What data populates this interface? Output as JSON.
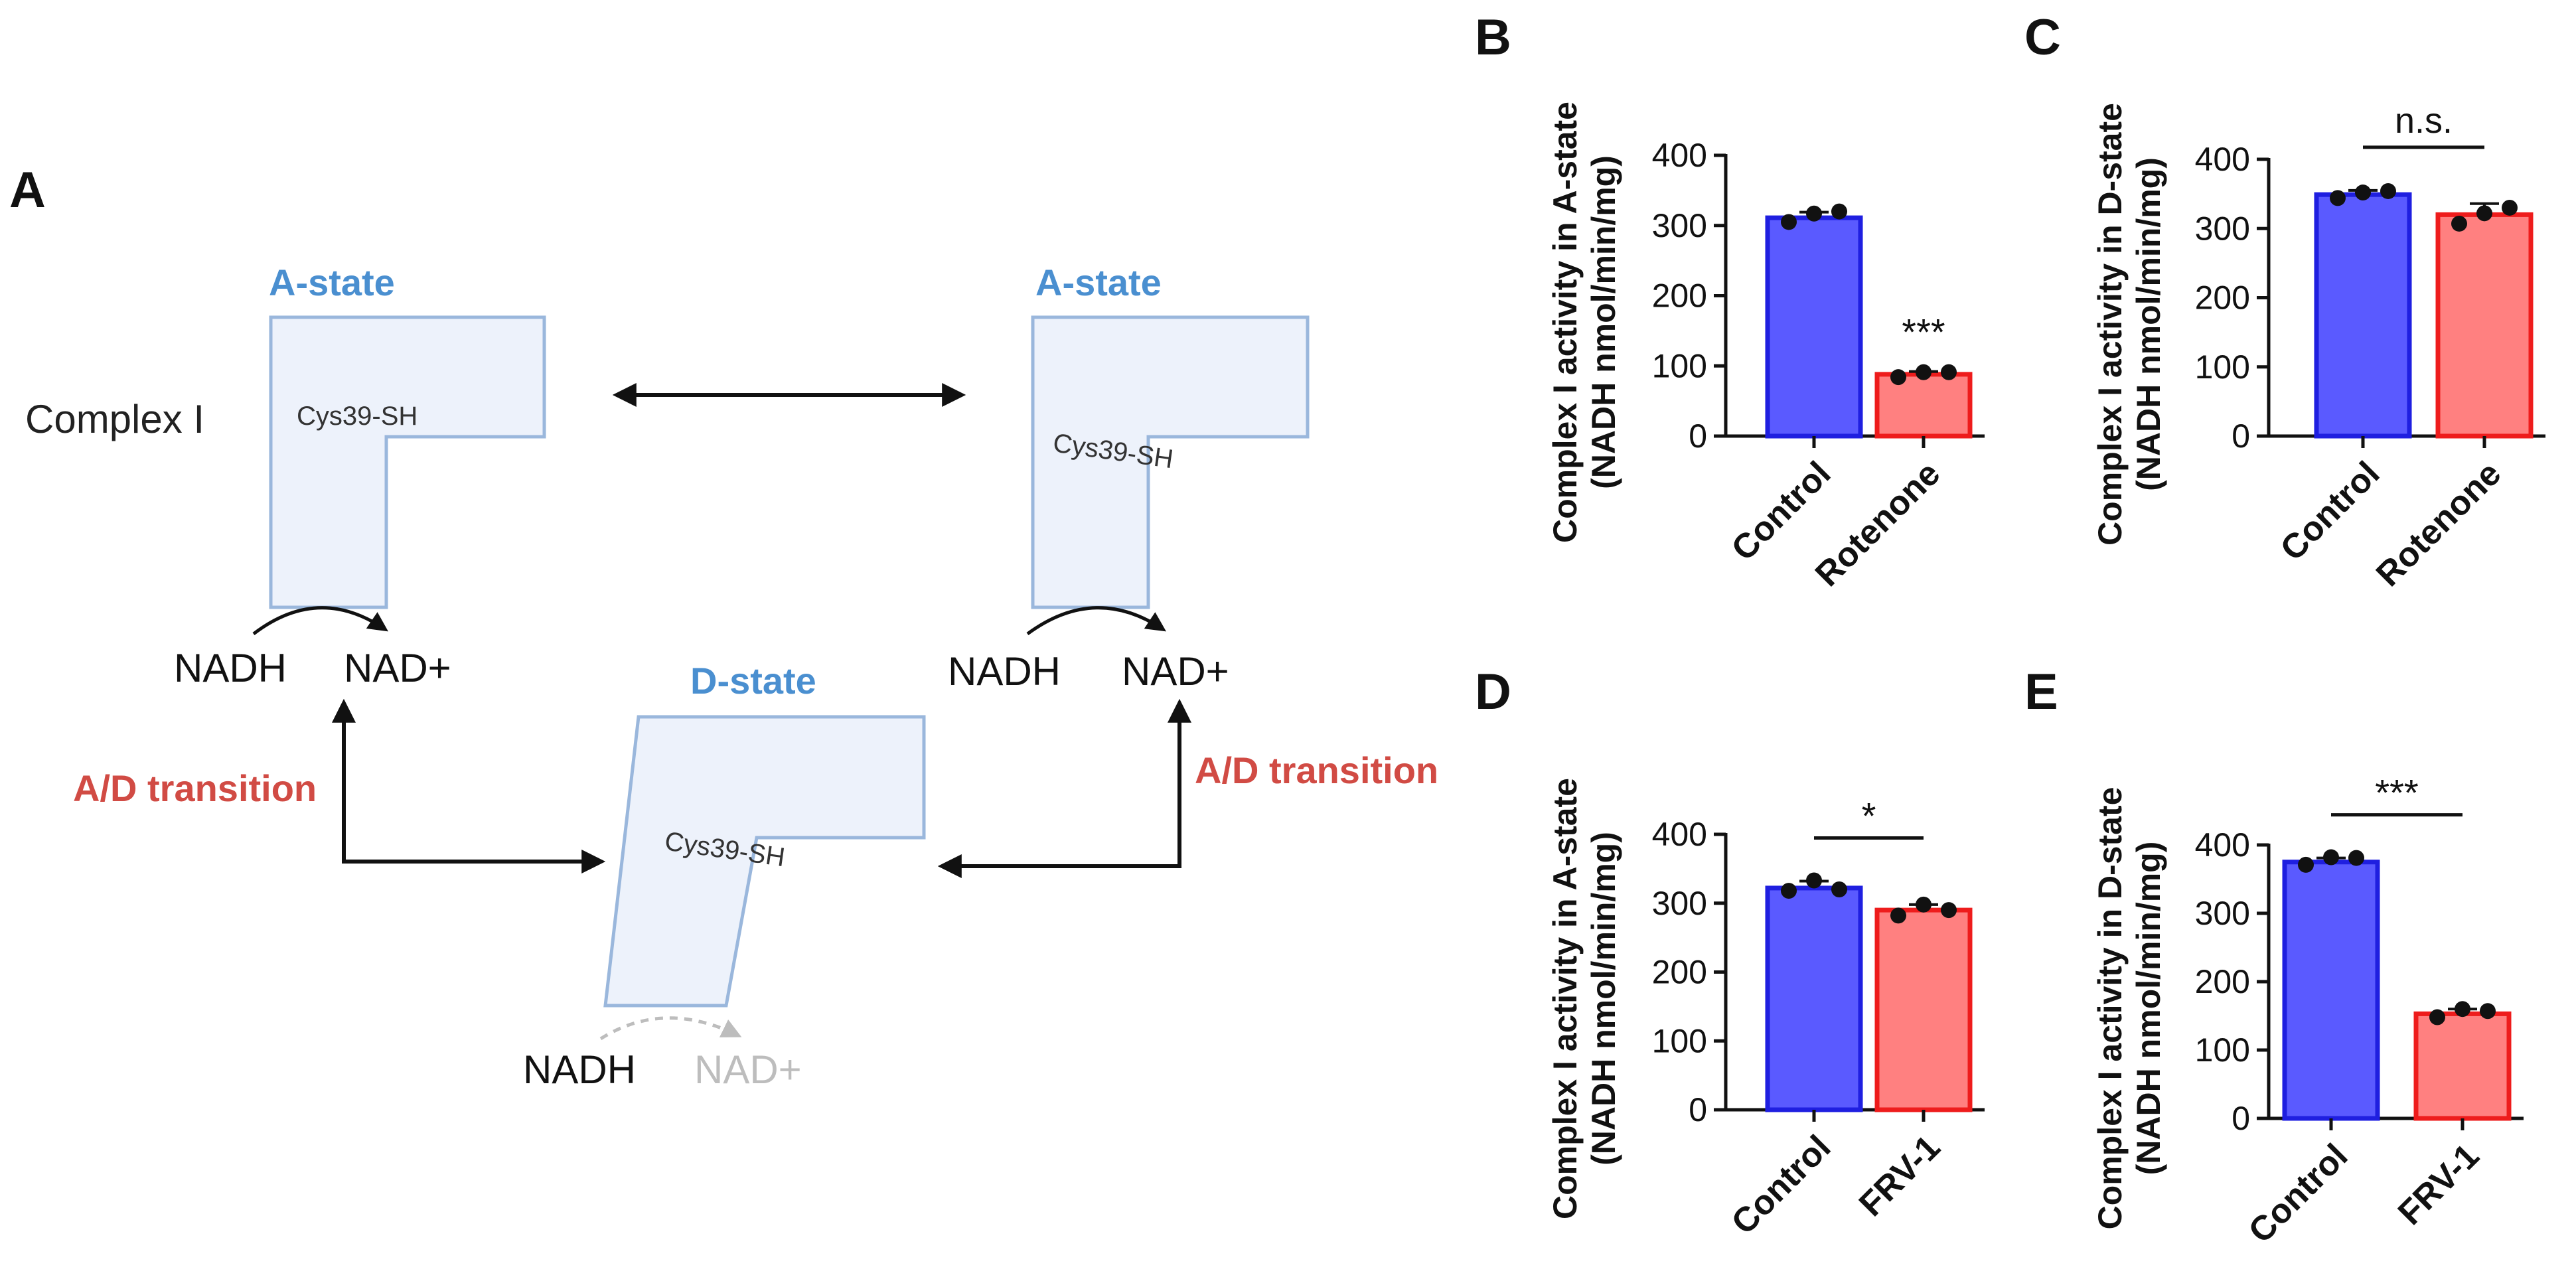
{
  "colors": {
    "state_blue": "#4a8fd0",
    "shape_fill": "#edf2fb",
    "shape_stroke": "#9ab7dc",
    "transition_red": "#d14b44",
    "control_fill": "#5a5aff",
    "control_edge": "#1f1fe0",
    "treat_fill": "#ff8080",
    "treat_edge": "#ee1c1c",
    "ink": "#111111",
    "faded": "#bdbdbd"
  },
  "diagram": {
    "panel_letter": "A",
    "complex_label": "Complex I",
    "a_state_label": "A-state",
    "d_state_label": "D-state",
    "cys_label": "Cys39-SH",
    "nadh": "NADH",
    "nad_plus": "NAD+",
    "transition_label": "A/D transition"
  },
  "chart_data": [
    {
      "panel": "B",
      "type": "bar",
      "categories": [
        "Control",
        "Rotenone"
      ],
      "values": [
        311,
        88
      ],
      "points": [
        [
          305,
          317,
          320
        ],
        [
          84,
          91,
          91
        ]
      ],
      "error": [
        8,
        4
      ],
      "ylabel": "Complex I activity in A-state",
      "ylabel2": "(NADH nmol/min/mg)",
      "ylim": [
        0,
        400
      ],
      "ticks": [
        0,
        100,
        200,
        300,
        400
      ],
      "significance": "***",
      "sig_type": "above"
    },
    {
      "panel": "C",
      "type": "bar",
      "categories": [
        "Control",
        "Rotenone"
      ],
      "values": [
        349,
        320
      ],
      "points": [
        [
          344,
          352,
          354
        ],
        [
          307,
          322,
          330
        ]
      ],
      "error": [
        6,
        16
      ],
      "ylabel": "Complex I activity in D-state",
      "ylabel2": "(NADH nmol/min/mg)",
      "ylim": [
        0,
        400
      ],
      "ticks": [
        0,
        100,
        200,
        300,
        400
      ],
      "significance": "n.s.",
      "sig_type": "bracket"
    },
    {
      "panel": "D",
      "type": "bar",
      "categories": [
        "Control",
        "FRV-1"
      ],
      "values": [
        322,
        290
      ],
      "points": [
        [
          318,
          333,
          320
        ],
        [
          282,
          298,
          290
        ]
      ],
      "error": [
        10,
        8
      ],
      "ylabel": "Complex I activity in A-state",
      "ylabel2": "(NADH nmol/min/mg)",
      "ylim": [
        0,
        400
      ],
      "ticks": [
        0,
        100,
        200,
        300,
        400
      ],
      "significance": "*",
      "sig_type": "bracket"
    },
    {
      "panel": "E",
      "type": "bar",
      "categories": [
        "Control",
        "FRV-1"
      ],
      "values": [
        375,
        153
      ],
      "points": [
        [
          371,
          382,
          381
        ],
        [
          148,
          160,
          157
        ]
      ],
      "error": [
        6,
        7
      ],
      "ylabel": "Complex I activity in D-state",
      "ylabel2": "(NADH nmol/min/mg)",
      "ylim": [
        0,
        400
      ],
      "ticks": [
        0,
        100,
        200,
        300,
        400
      ],
      "significance": "***",
      "sig_type": "bracket"
    }
  ]
}
